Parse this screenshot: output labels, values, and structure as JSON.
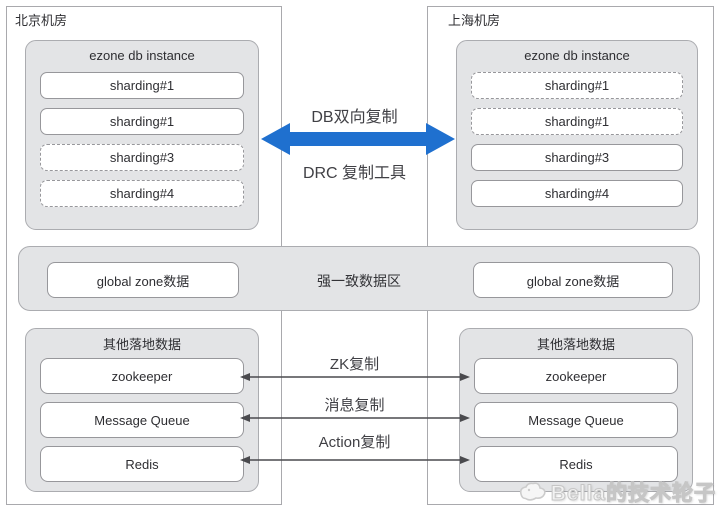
{
  "panels": [
    {
      "id": "beijing",
      "label": "北京机房",
      "db_group": {
        "title": "ezone db instance",
        "shards": [
          {
            "label": "sharding#1",
            "style": "solid"
          },
          {
            "label": "sharding#1",
            "style": "solid"
          },
          {
            "label": "sharding#3",
            "style": "dashed"
          },
          {
            "label": "sharding#4",
            "style": "dashed"
          }
        ]
      },
      "global_zone": {
        "label": "global zone数据"
      },
      "landing_group": {
        "title": "其他落地数据",
        "items": [
          "zookeeper",
          "Message Queue",
          "Redis"
        ]
      }
    },
    {
      "id": "shanghai",
      "label": "上海机房",
      "db_group": {
        "title": "ezone db instance",
        "shards": [
          {
            "label": "sharding#1",
            "style": "dashed"
          },
          {
            "label": "sharding#1",
            "style": "dashed"
          },
          {
            "label": "sharding#3",
            "style": "solid"
          },
          {
            "label": "sharding#4",
            "style": "solid"
          }
        ]
      },
      "global_zone": {
        "label": "global zone数据"
      },
      "landing_group": {
        "title": "其他落地数据",
        "items": [
          "zookeeper",
          "Message Queue",
          "Redis"
        ]
      }
    }
  ],
  "middle": {
    "db_replication": {
      "top_label": "DB双向复制",
      "bottom_label": "DRC 复制工具"
    },
    "consistency_zone_label": "强一致数据区",
    "replication_links": [
      {
        "label": "ZK复制"
      },
      {
        "label": "消息复制"
      },
      {
        "label": "Action复制"
      }
    ]
  },
  "watermark": {
    "text": "Bella的技术轮子"
  },
  "colors": {
    "big_arrow_blue": "#1f70cf",
    "thin_arrow_gray": "#4a4a4e",
    "box_fill_gray": "#e3e4e6",
    "border_gray": "#a9a9ad",
    "text_dark": "#2e2e32"
  }
}
